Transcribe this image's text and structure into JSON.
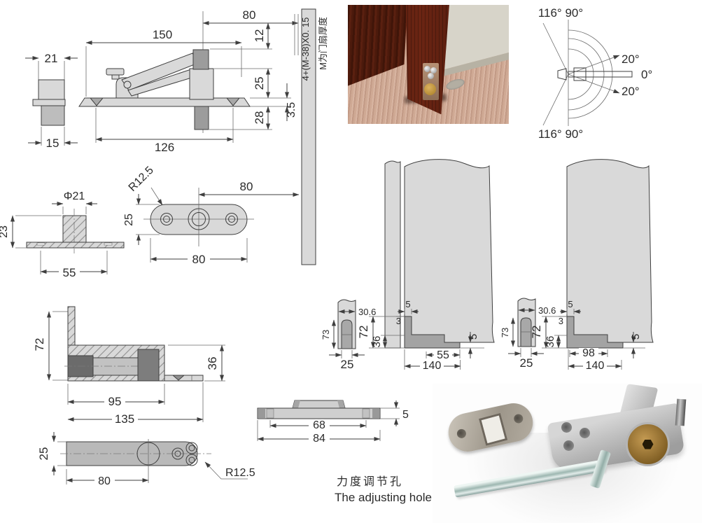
{
  "pin_front": {
    "w_top": "21",
    "w_shaft": "15"
  },
  "mech": {
    "len": "150",
    "off": "80",
    "d12": "12",
    "d25": "25",
    "d28": "28",
    "t": "3.5",
    "base": "126"
  },
  "strip": {
    "formula": "4+(M-38)X0. 15",
    "note": "M为门扇厚度"
  },
  "angles": {
    "top": "116° 90°",
    "a20u": "20°",
    "a0": "0°",
    "a20l": "20°",
    "bottom": "116° 90°"
  },
  "socket": {
    "dia": "Φ21",
    "h": "23",
    "w": "55"
  },
  "oval": {
    "r": "R12.5",
    "off": "80",
    "h": "25",
    "w": "80"
  },
  "door_a": {
    "ew": "30.6",
    "eh": "73",
    "es": "25",
    "t5": "5",
    "g3": "3",
    "h72": "72",
    "h36": "36",
    "lip": "5",
    "w1": "55",
    "w2": "140"
  },
  "door_b": {
    "ew": "30.6",
    "eh": "73",
    "es": "25",
    "t5": "5",
    "g3": "3",
    "h72": "72",
    "h36": "36",
    "lip": "5",
    "w1": "98",
    "w2": "140"
  },
  "lsec": {
    "h": "72",
    "w1": "95",
    "w2": "135",
    "h2": "36"
  },
  "arm": {
    "h": "25",
    "w": "80",
    "r": "R12.5"
  },
  "pside": {
    "w1": "68",
    "w2": "84",
    "t": "5"
  },
  "caption": {
    "zh": "力度调节孔",
    "en": "The adjusting hole"
  },
  "colors": {
    "line": "#3f3f3f",
    "part_light": "#d9d9d9",
    "part_mid": "#a8a8a8",
    "part_dark": "#8f8f8f"
  }
}
